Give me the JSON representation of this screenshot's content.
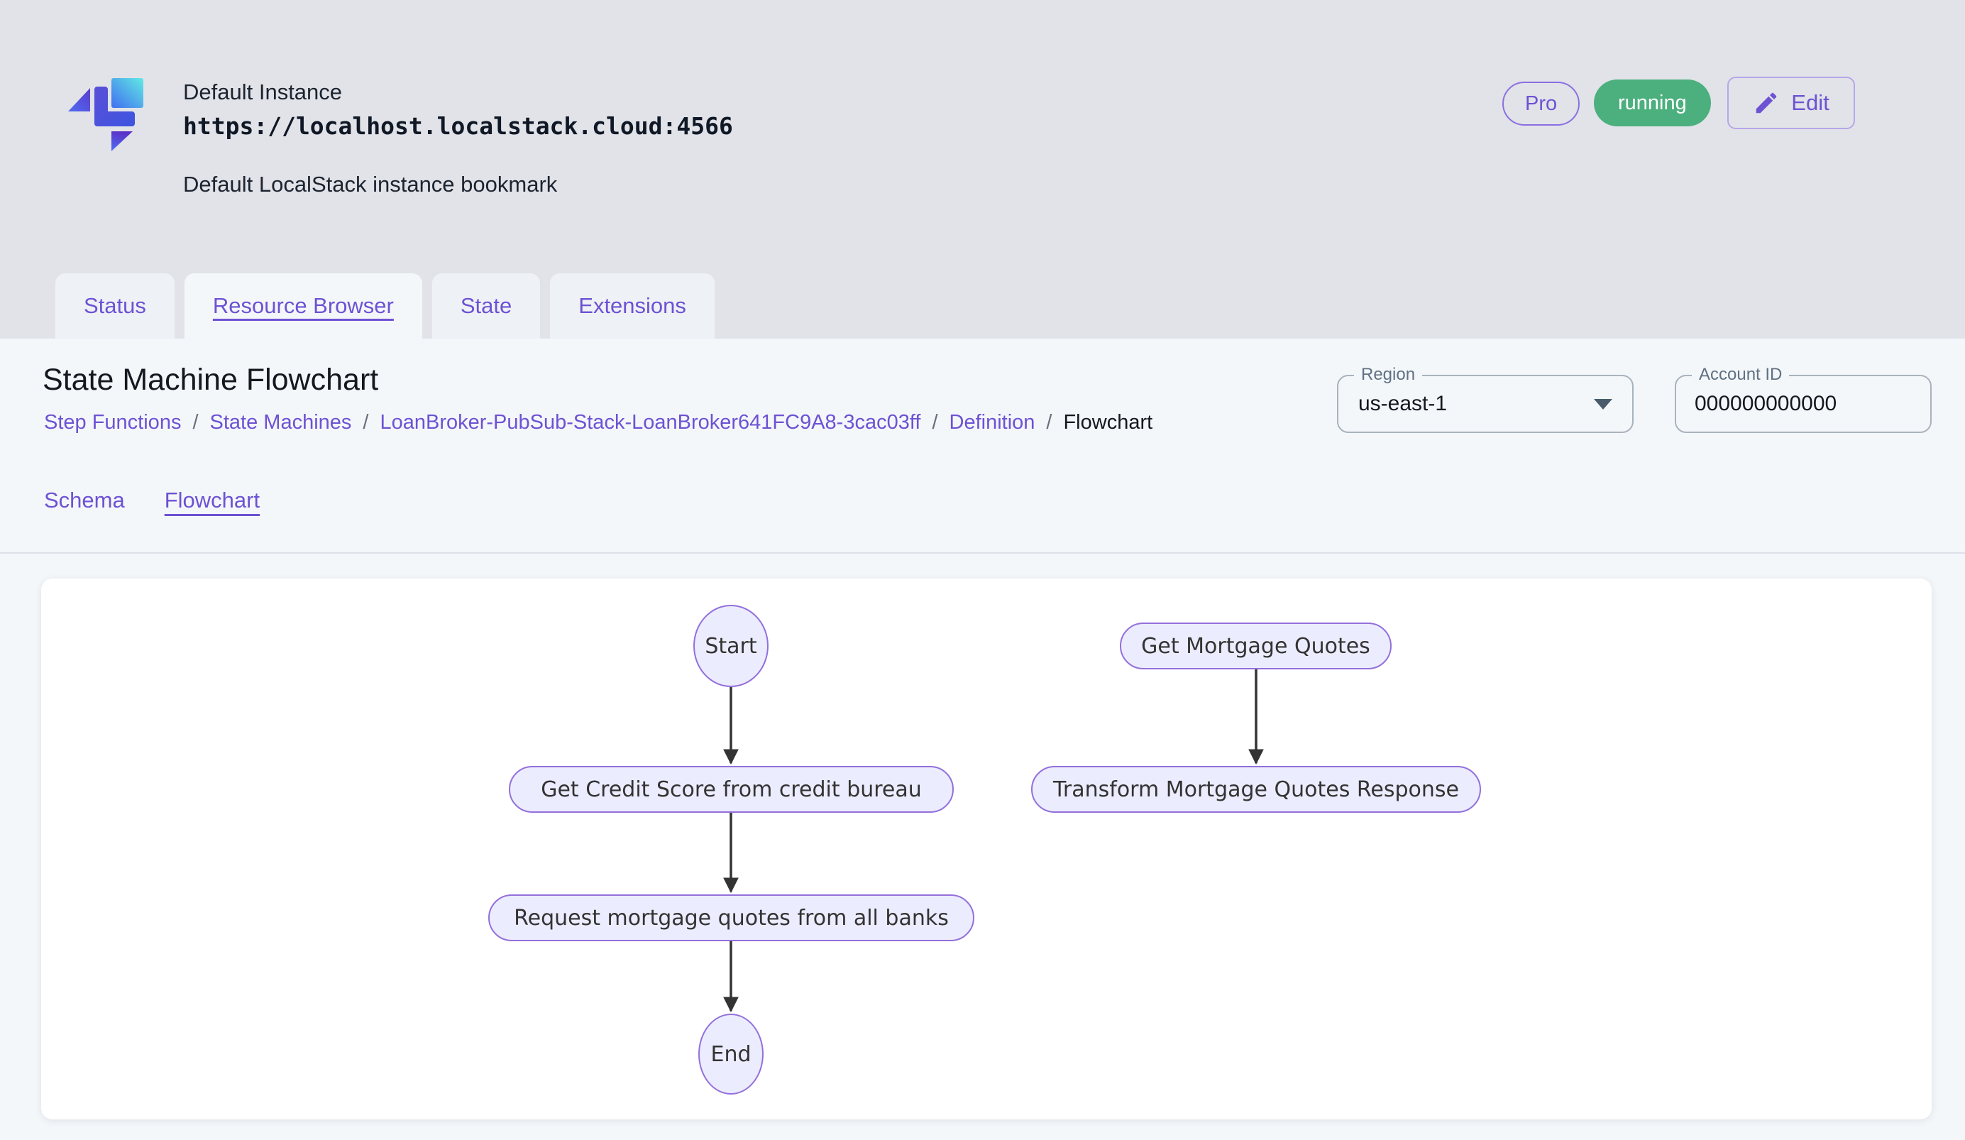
{
  "header": {
    "instance_name": "Default Instance",
    "instance_url": "https://localhost.localstack.cloud:4566",
    "instance_description": "Default LocalStack instance bookmark",
    "pro_badge": "Pro",
    "status_badge": "running",
    "edit_button": "Edit"
  },
  "tabs": {
    "items": [
      {
        "label": "Status",
        "active": false
      },
      {
        "label": "Resource Browser",
        "active": true
      },
      {
        "label": "State",
        "active": false
      },
      {
        "label": "Extensions",
        "active": false
      }
    ]
  },
  "main": {
    "title": "State Machine Flowchart",
    "breadcrumb": {
      "separator": "/",
      "items": [
        {
          "label": "Step Functions"
        },
        {
          "label": "State Machines"
        },
        {
          "label": "LoanBroker-PubSub-Stack-LoanBroker641FC9A8-3cac03ff"
        },
        {
          "label": "Definition"
        },
        {
          "label": "Flowchart"
        }
      ]
    },
    "region": {
      "label": "Region",
      "value": "us-east-1"
    },
    "account": {
      "label": "Account ID",
      "value": "000000000000"
    },
    "subtabs": [
      {
        "label": "Schema",
        "active": false
      },
      {
        "label": "Flowchart",
        "active": true
      }
    ]
  },
  "flowchart": {
    "nodes": {
      "start": {
        "label": "Start",
        "shape": "ellipse"
      },
      "credit": {
        "label": "Get Credit Score from credit bureau",
        "shape": "stadium"
      },
      "request": {
        "label": "Request mortgage quotes from all banks",
        "shape": "stadium"
      },
      "end": {
        "label": "End",
        "shape": "ellipse"
      },
      "quotes": {
        "label": "Get Mortgage Quotes",
        "shape": "stadium"
      },
      "transform": {
        "label": "Transform Mortgage Quotes Response",
        "shape": "stadium"
      }
    },
    "edges": [
      {
        "from": "Start",
        "to": "Get Credit Score from credit bureau"
      },
      {
        "from": "Get Credit Score from credit bureau",
        "to": "Request mortgage quotes from all banks"
      },
      {
        "from": "Request mortgage quotes from all banks",
        "to": "End"
      },
      {
        "from": "Get Mortgage Quotes",
        "to": "Transform Mortgage Quotes Response"
      }
    ]
  },
  "colors": {
    "page_background": "#e1e3e8",
    "panel_background": "#f4f7fa",
    "card_background": "#ffffff",
    "accent_purple": "#6d52d3",
    "status_green": "#4caf7e",
    "node_fill": "#ececff",
    "node_border": "#9370db",
    "arrow": "#333333"
  }
}
